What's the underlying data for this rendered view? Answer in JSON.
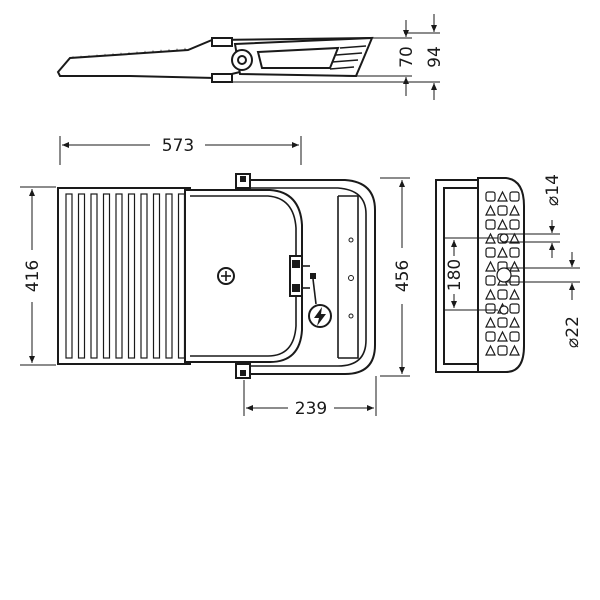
{
  "dimensions": {
    "height_top": "70",
    "height_total": "94",
    "width_total": "573",
    "depth_left": "416",
    "depth_right": "456",
    "mount_width": "239",
    "hole_spacing": "180",
    "hole_small": "⌀14",
    "hole_large": "⌀22"
  },
  "icons": {
    "electrical": "lightning-bolt-icon",
    "mounting": "crosshair-screw-icon"
  }
}
